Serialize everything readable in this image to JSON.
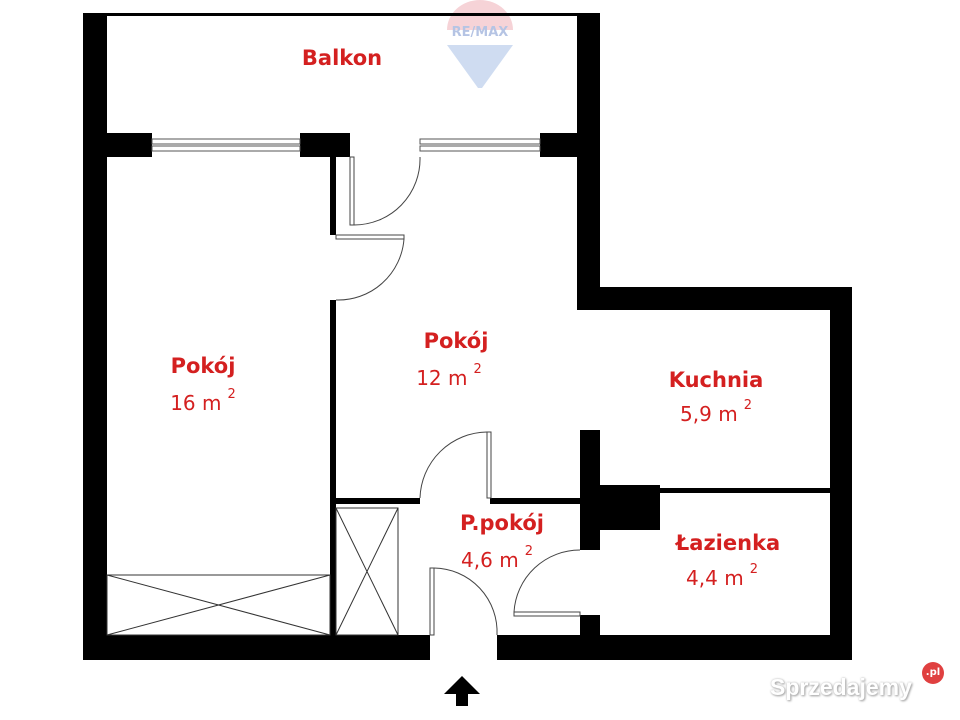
{
  "colors": {
    "label": "#d42020",
    "wall": "#000000",
    "logo_red": "#e9a0a6",
    "logo_blue": "#9bb7de",
    "watermark_badge": "#e04040"
  },
  "logo": {
    "text": "RE/MAX"
  },
  "watermark": {
    "text": "Sprzedajemy",
    "badge": ".pl"
  },
  "rooms": [
    {
      "name": "Balkon",
      "area": "",
      "unit": ""
    },
    {
      "name": "Pokój",
      "area": "16 m",
      "unit": "2"
    },
    {
      "name": "Pokój",
      "area": "12 m",
      "unit": "2"
    },
    {
      "name": "Kuchnia",
      "area": "5,9 m",
      "unit": "2"
    },
    {
      "name": "P.pokój",
      "area": "4,6 m",
      "unit": "2"
    },
    {
      "name": "Łazienka",
      "area": "4,4 m",
      "unit": "2"
    }
  ],
  "entrance": {
    "icon": "arrow-up-icon"
  }
}
